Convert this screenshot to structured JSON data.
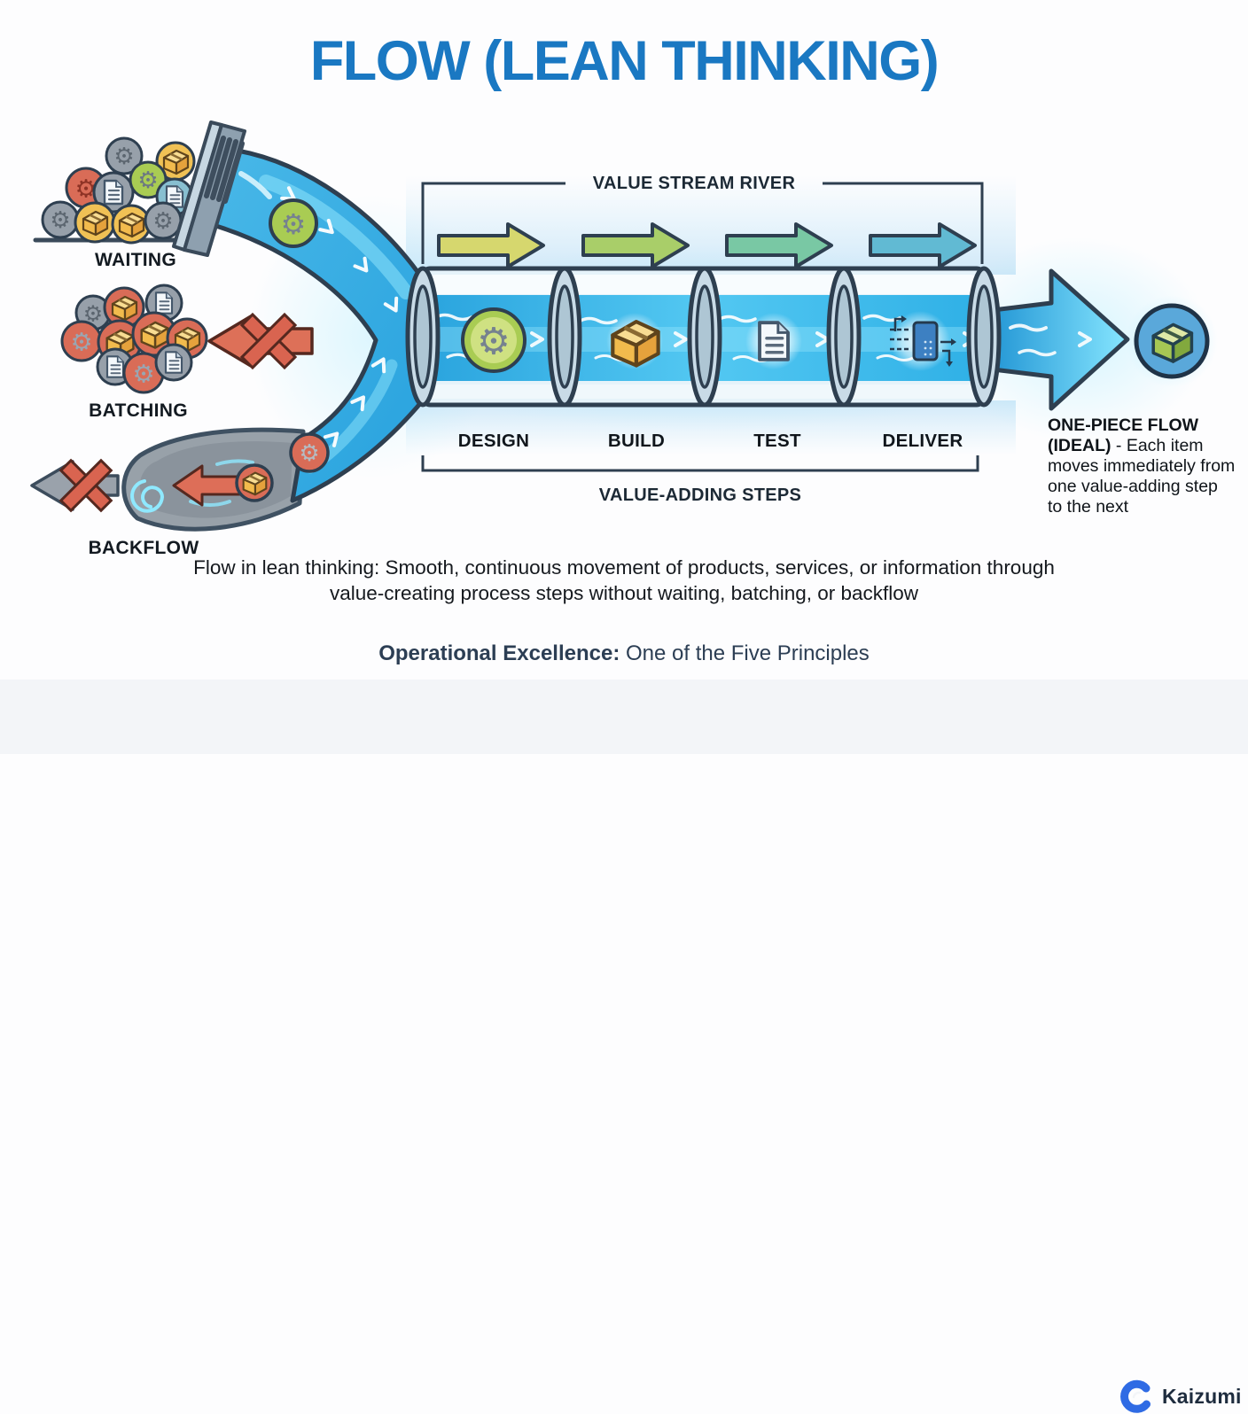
{
  "title": "FLOW (LEAN THINKING)",
  "left_flows": {
    "waiting": {
      "label": "WAITING",
      "icons": [
        "gear-icon",
        "box-icon",
        "document-icon",
        "blueprint-icon"
      ]
    },
    "batching": {
      "label": "BATCHING",
      "icons": [
        "gear-icon",
        "box-icon",
        "document-icon"
      ],
      "blocked_arrow": "left-arrow-crossed-icon"
    },
    "backflow": {
      "label": "BACKFLOW",
      "icons": [
        "gear-icon",
        "box-icon",
        "swirl-icon"
      ],
      "blocked_arrow": "left-arrow-crossed-icon"
    }
  },
  "river": {
    "header": "VALUE STREAM RIVER",
    "footer": "VALUE-ADDING STEPS",
    "stages": [
      {
        "label": "DESIGN",
        "icon": "gear-icon"
      },
      {
        "label": "BUILD",
        "icon": "box-icon"
      },
      {
        "label": "TEST",
        "icon": "document-icon"
      },
      {
        "label": "DELIVER",
        "icon": "device-icon"
      }
    ]
  },
  "one_piece_flow": {
    "heading": "ONE-PIECE FLOW (IDEAL)",
    "description": " - Each item moves immediately from one value-adding step to the next",
    "icon": "one-piece-box-icon"
  },
  "caption": "Flow in lean thinking: Smooth, continuous movement of products, services, or information through value-creating process steps without waiting, batching, or backflow",
  "principle": {
    "bold": "Operational Excellence:",
    "rest": " One of the Five Principles"
  },
  "brand": {
    "name": "Kaizumi",
    "icon": "wave-c-icon"
  },
  "colors": {
    "title_blue": "#1a78c2",
    "outline_navy": "#2e3f50",
    "water_blue": "#35b2e8",
    "glow_cyan": "#9feaff",
    "alert_red": "#d96c57",
    "box_yellow": "#f2bb4d",
    "gear_green": "#a9cc53",
    "pipe_gray": "#98a1a9",
    "arrow_colors": [
      "#d6d76e",
      "#a9ce69",
      "#79c8a4",
      "#61bad3"
    ],
    "footer_bg": "#f3f5f8",
    "brand_blue": "#2f6be4"
  }
}
